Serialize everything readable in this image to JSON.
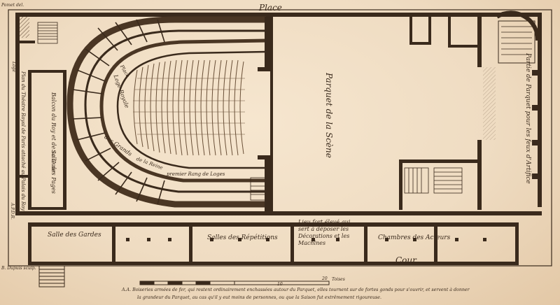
{
  "plate": {
    "corner_note_top_left": "Pomet del.",
    "corner_note_bottom_left": "B. Dupuis sculp.",
    "place_label": "Place",
    "cour_label": "Cour"
  },
  "rooms": {
    "parquet_scene": "Parquet de la Scène",
    "parquet_pour_feux": "Partie de Parquet pour les feux d'Artifice",
    "loge_du_roy": "Loge Royale",
    "grands_loges": "des Grands",
    "premieres_loges": "de la Reine",
    "rang_de_loges": "premier Rang de Loges",
    "balcon": "Balcon du Roy et de sa Cour",
    "salle_des_pages": "Salle des Pages",
    "salle_des_gardes": "Salle des Gardes",
    "salle_des_repetitions": "Salles des Répétitions",
    "chambre_des_acteurs": "Chambres des Acteurs",
    "magasin_decorations": "Lieu fort élevé qui sert à déposer les Décorations et les Machines",
    "loge_x": "Loge",
    "fleur": "Place"
  },
  "title_vertical": "Plan du Théatre Royal de Paris attaché au Palais du Roy",
  "title_code": "A.P.D.R.",
  "caption_line1": "A.A. Boiseries armées de fer, qui restent ordinairement enchassées autour du Parquet, elles tournent sur de fortes gonds pour s'ouvrir, et servent à donner",
  "caption_line2": "la grandeur du Parquet, au cas qu'il y eut moins de personnes, ou que la Saison fut extrêmement rigoureuse.",
  "scale": {
    "label": "Toises",
    "ticks": [
      "10",
      "20"
    ]
  },
  "colors": {
    "ink": "#3a2a1c",
    "paper": "#efdcc2",
    "hatch": "#5a4430"
  }
}
